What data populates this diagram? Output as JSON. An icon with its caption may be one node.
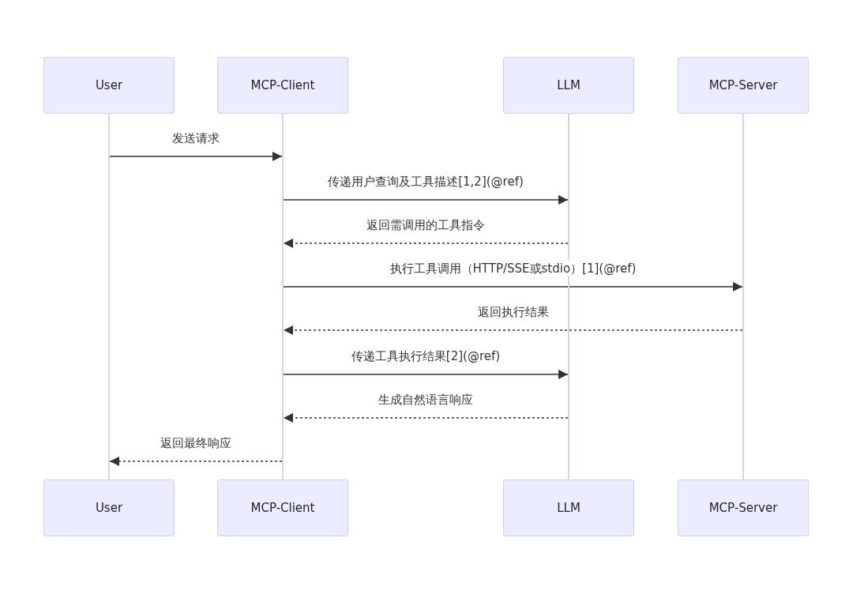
{
  "diagram": {
    "nodes": [
      {
        "text": [
          "User"
        ]
      },
      {
        "text": [
          "MCP-Client"
        ]
      },
      {
        "text": [
          "LLM"
        ]
      },
      {
        "text": [
          "MCP-Server"
        ]
      },
      {
        "text": [],
        "shape": "bar"
      },
      {
        "text": [],
        "shape": "bar"
      },
      {
        "text": [],
        "shape": "bar"
      },
      {
        "text": [],
        "shape": "bar"
      },
      {
        "text": [
          "User"
        ]
      },
      {
        "text": [
          "MCP-Client"
        ]
      },
      {
        "text": [
          "LLM"
        ]
      },
      {
        "text": [
          "MCP-Server"
        ]
      }
    ],
    "edges": [
      {
        "from": 4,
        "to": 5,
        "arrow": "to",
        "label": "发送请求"
      },
      {
        "from": 5,
        "to": 6,
        "arrow": "to",
        "label": "传递用户查询及工具描述[1,2](@ref)"
      },
      {
        "from": 6,
        "to": 5,
        "arrow": "to",
        "label": "返回需调用的工具指令",
        "style": "dashed"
      },
      {
        "from": 5,
        "to": 7,
        "arrow": "to",
        "label": "执行工具调用（HTTP/SSE或stdio）[1](@ref)"
      },
      {
        "from": 7,
        "to": 5,
        "arrow": "to",
        "label": "返回执行结果",
        "style": "dashed"
      },
      {
        "from": 5,
        "to": 6,
        "arrow": "to",
        "label": "传递工具执行结果[2](@ref)"
      },
      {
        "from": 6,
        "to": 5,
        "arrow": "to",
        "label": "生成自然语言响应",
        "style": "dashed"
      },
      {
        "from": 5,
        "to": 4,
        "arrow": "to",
        "label": "返回最终响应",
        "style": "dashed"
      }
    ]
  }
}
